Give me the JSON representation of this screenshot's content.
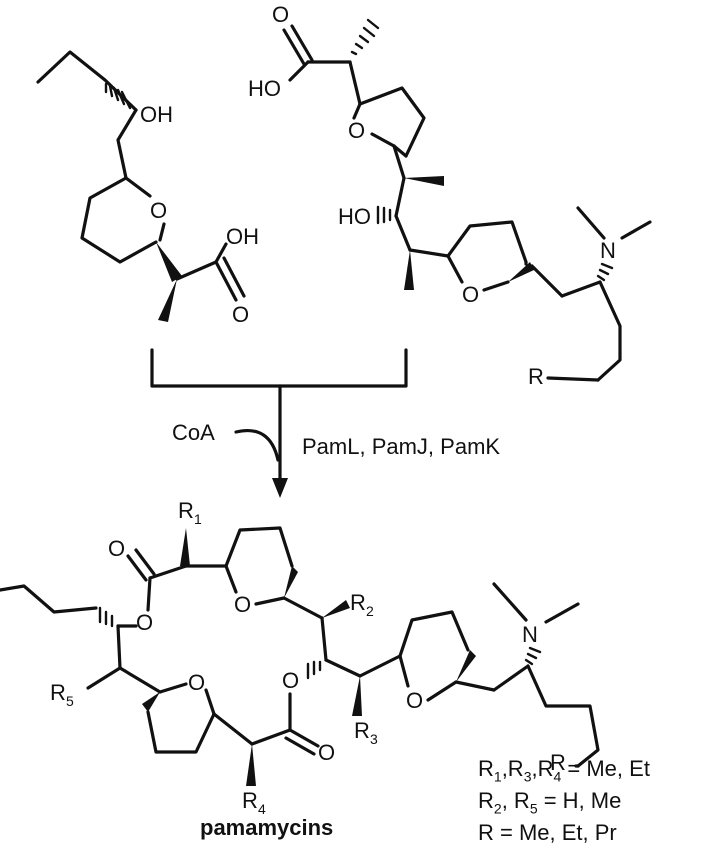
{
  "diagram": {
    "reagent": "CoA",
    "enzymes": "PamL, PamJ, PamK",
    "product_name": "pamamycins",
    "atoms": {
      "oxygen": "O",
      "hydroxyl": "OH",
      "hydroxyl_left": "HO",
      "nitrogen": "N"
    },
    "groups": {
      "r": "R",
      "r1": "1",
      "r2": "2",
      "r3": "3",
      "r4": "4",
      "r5": "5"
    },
    "legend": [
      {
        "r": "R",
        "s1": "1",
        "c1": ",R",
        "s2": "3",
        "c2": ",R",
        "s3": "4",
        "value": " = Me, Et"
      },
      {
        "r": "R",
        "s1": "2",
        "c1": ", R",
        "s2": "5",
        "value": " = H, Me"
      },
      {
        "text": "R = Me, Et, Pr"
      }
    ]
  }
}
